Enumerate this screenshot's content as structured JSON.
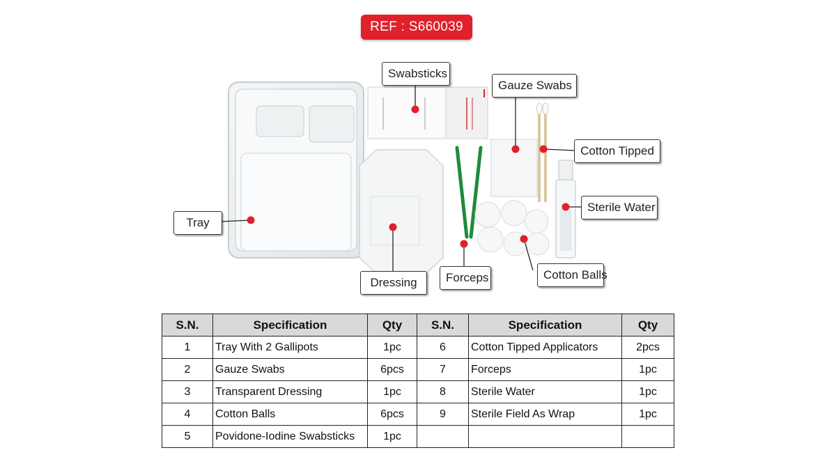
{
  "ref_label": "REF : S660039",
  "callouts": {
    "swabsticks": "Swabsticks",
    "gauze_swabs": "Gauze Swabs",
    "cotton_tipped": "Cotton Tipped",
    "sterile_water": "Sterile Water",
    "tray": "Tray",
    "dressing": "Dressing",
    "forceps": "Forceps",
    "cotton_balls": "Cotton Balls"
  },
  "table": {
    "headers": {
      "sn": "S.N.",
      "spec": "Specification",
      "qty": "Qty"
    },
    "rows": [
      {
        "left": {
          "sn": "1",
          "spec": "Tray With 2 Gallipots",
          "qty": "1pc"
        },
        "right": {
          "sn": "6",
          "spec": "Cotton Tipped Applicators",
          "qty": "2pcs"
        }
      },
      {
        "left": {
          "sn": "2",
          "spec": "Gauze Swabs",
          "qty": "6pcs"
        },
        "right": {
          "sn": "7",
          "spec": "Forceps",
          "qty": "1pc"
        }
      },
      {
        "left": {
          "sn": "3",
          "spec": "Transparent Dressing",
          "qty": "1pc"
        },
        "right": {
          "sn": "8",
          "spec": "Sterile Water",
          "qty": "1pc"
        }
      },
      {
        "left": {
          "sn": "4",
          "spec": "Cotton Balls",
          "qty": "6pcs"
        },
        "right": {
          "sn": "9",
          "spec": "Sterile Field As Wrap",
          "qty": "1pc"
        }
      },
      {
        "left": {
          "sn": "5",
          "spec": "Povidone-Iodine Swabsticks",
          "qty": "1pc"
        },
        "right": {
          "sn": "",
          "spec": "",
          "qty": ""
        }
      }
    ]
  },
  "colors": {
    "accent_red": "#e0202a",
    "header_gray": "#d9d9d9",
    "forceps_green": "#1f8a3a"
  }
}
